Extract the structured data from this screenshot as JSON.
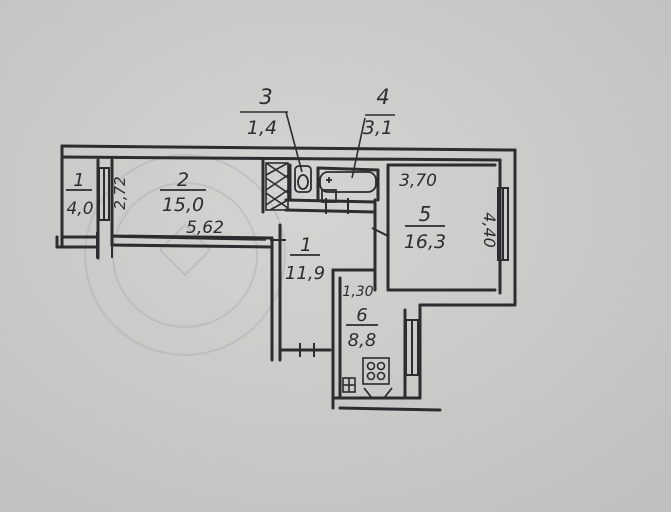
{
  "callouts": [
    {
      "number": "3",
      "area": "1,4"
    },
    {
      "number": "4",
      "area": "3,1"
    }
  ],
  "rooms": [
    {
      "number": "1",
      "area": "4,0"
    },
    {
      "number": "2",
      "area": "15,0"
    },
    {
      "number": "1",
      "area": "11,9"
    },
    {
      "number": "5",
      "area": "16,3"
    },
    {
      "number": "6",
      "area": "8,8"
    }
  ],
  "dimensions": {
    "room2_height": "2,72",
    "room2_length": "5,62",
    "room5_width": "3,70",
    "room5_length": "4,40",
    "kitchen_width": "1,30"
  },
  "colors": {
    "paper": "#c9cbc8",
    "ink": "#2b2d30",
    "stamp": "#9ea4ad"
  }
}
